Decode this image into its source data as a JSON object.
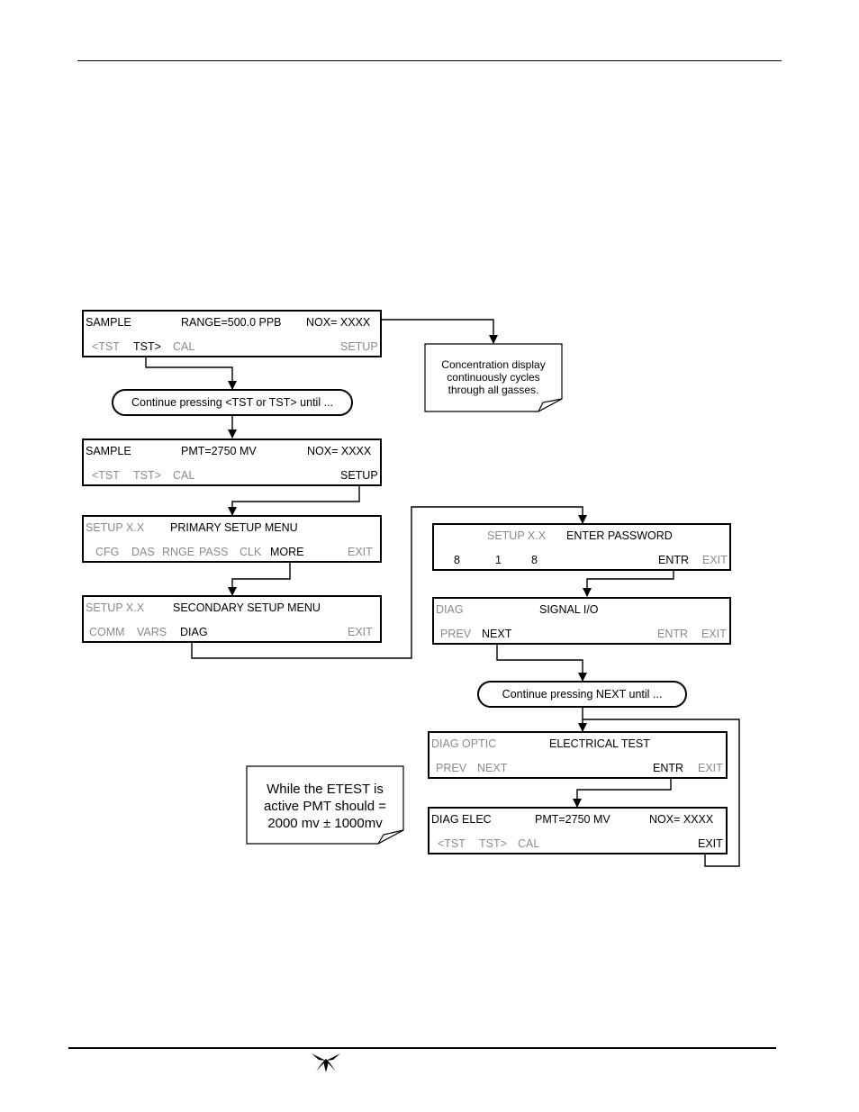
{
  "screens": {
    "s1": {
      "l1": [
        "SAMPLE",
        "RANGE=500.0 PPB",
        "NOX= XXXX"
      ],
      "keys": [
        "<TST",
        "TST>",
        "CAL",
        "SETUP"
      ]
    },
    "s2": {
      "l1": [
        "SAMPLE",
        "PMT=2750 MV",
        "NOX= XXXX"
      ],
      "keys": [
        "<TST",
        "TST>",
        "CAL",
        "SETUP"
      ]
    },
    "s3": {
      "l1": [
        "SETUP X.X",
        "PRIMARY SETUP MENU"
      ],
      "keys": [
        "CFG",
        "DAS",
        "RNGE",
        "PASS",
        "CLK",
        "MORE",
        "EXIT"
      ]
    },
    "s4": {
      "l1": [
        "SETUP X.X",
        "SECONDARY SETUP MENU"
      ],
      "keys": [
        "COMM",
        "VARS",
        "DIAG",
        "EXIT"
      ]
    },
    "s5": {
      "l1": [
        "SETUP X.X",
        "ENTER PASSWORD"
      ],
      "keys": [
        "8",
        "1",
        "8",
        "ENTR",
        "EXIT"
      ]
    },
    "s6": {
      "l1": [
        "DIAG",
        "SIGNAL I/O"
      ],
      "keys": [
        "PREV",
        "NEXT",
        "ENTR",
        "EXIT"
      ]
    },
    "s7": {
      "l1": [
        "DIAG OPTIC",
        "ELECTRICAL TEST"
      ],
      "keys": [
        "PREV",
        "NEXT",
        "ENTR",
        "EXIT"
      ]
    },
    "s8": {
      "l1": [
        "DIAG ELEC",
        "PMT=2750 MV",
        "NOX= XXXX"
      ],
      "keys": [
        "<TST",
        "TST>",
        "CAL",
        "EXIT"
      ]
    }
  },
  "ovals": {
    "o1": {
      "pre": "Continue pressing ",
      "k1": "<TST",
      "mid": " or ",
      "k2": "TST>",
      "post": " until ..."
    },
    "o2": {
      "pre": "Continue pressing ",
      "k1": "NEXT",
      "post": " until ..."
    }
  },
  "notes": {
    "n1": [
      "Concentration display",
      "continuously cycles",
      "through all gasses."
    ],
    "n2": [
      "While the ETEST is",
      "active PMT should =",
      "2000 mv ± 1000mv"
    ]
  }
}
